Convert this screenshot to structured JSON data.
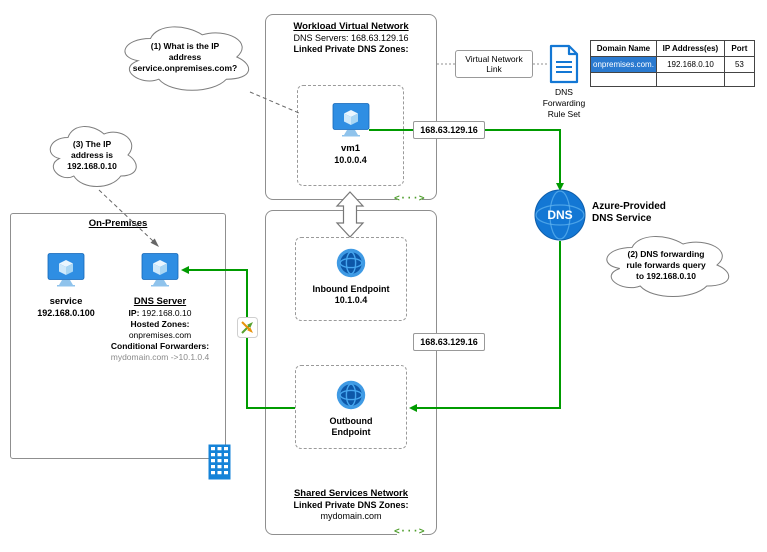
{
  "callouts": {
    "c1": {
      "lines": [
        "(1) What is the IP",
        "address",
        "service.onpremises.com?"
      ]
    },
    "c2": {
      "lines": [
        "(2) DNS forwarding",
        "rule forwards query",
        "to 192.168.0.10"
      ]
    },
    "c3": {
      "lines": [
        "(3) The IP",
        "address is",
        "192.168.0.10"
      ]
    }
  },
  "workload_vnet": {
    "title": "Workload Virtual Network",
    "dns_servers": "DNS Servers: 168.63.129.16",
    "linked_zones_label": "Linked Private DNS Zones:",
    "vm": {
      "name": "vm1",
      "ip": "10.0.0.4"
    }
  },
  "shared_network": {
    "title": "Shared Services Network",
    "linked_zones_label": "Linked Private DNS Zones:",
    "linked_zone": "mydomain.com",
    "inbound": {
      "line1": "Inbound Endpoint",
      "line2": "10.1.0.4"
    },
    "outbound": {
      "line1": "Outbound",
      "line2": "Endpoint"
    }
  },
  "on_premises": {
    "title": "On-Premises",
    "service": {
      "name": "service",
      "ip": "192.168.0.100"
    },
    "dns_server": {
      "name": "DNS Server",
      "ip_label": "IP:",
      "ip_value": "192.168.0.10",
      "hosted_zones_label": "Hosted Zones:",
      "hosted_zone": "onpremises.com",
      "forwarders_label": "Conditional Forwarders:",
      "forwarder": "mydomain.com ->10.1.0.4"
    }
  },
  "vnet_link": {
    "line1": "Virtual Network",
    "line2": "Link"
  },
  "rule_set": {
    "line1": "DNS",
    "line2": "Forwarding",
    "line3": "Rule Set"
  },
  "rule_table": {
    "headers": [
      "Domain Name",
      "IP Address(es)",
      "Port"
    ],
    "row": [
      "onpremises.com.",
      "192.168.0.10",
      "53"
    ]
  },
  "dns_service": {
    "badge": "DNS",
    "line1": "Azure-Provided",
    "line2": "DNS Service"
  },
  "ip_labels": {
    "vnet_dns": "168.63.129.16",
    "resolver": "168.63.129.16"
  },
  "icons": {
    "vnet_glyph": "<···>"
  },
  "colors": {
    "green": "#009b00",
    "azure_blue": "#1377d4",
    "table_blue": "#2a7ad0"
  }
}
